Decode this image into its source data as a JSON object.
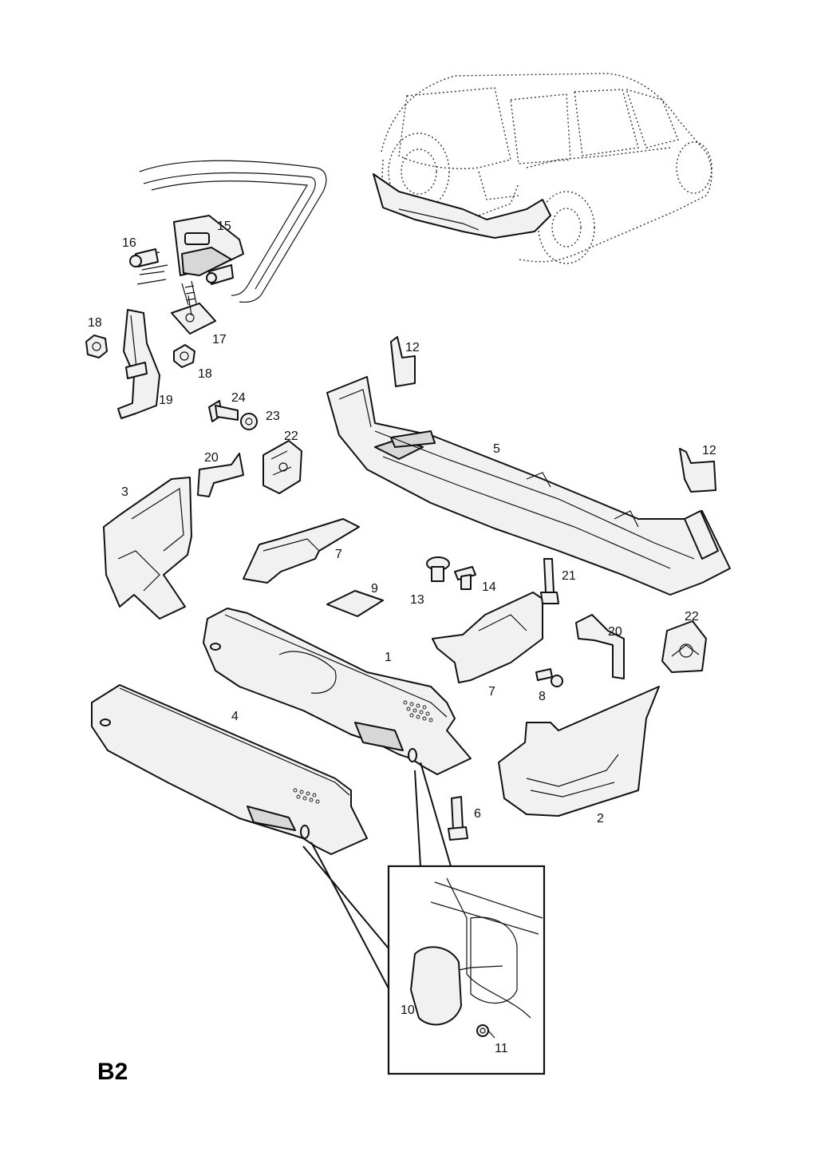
{
  "diagram": {
    "page_code": "B2",
    "part_labels": [
      "1",
      "2",
      "3",
      "4",
      "5",
      "6",
      "7",
      "7",
      "8",
      "9",
      "10",
      "11",
      "12",
      "12",
      "13",
      "14",
      "15",
      "16",
      "17",
      "18",
      "18",
      "19",
      "20",
      "20",
      "21",
      "22",
      "22",
      "23",
      "24"
    ]
  }
}
